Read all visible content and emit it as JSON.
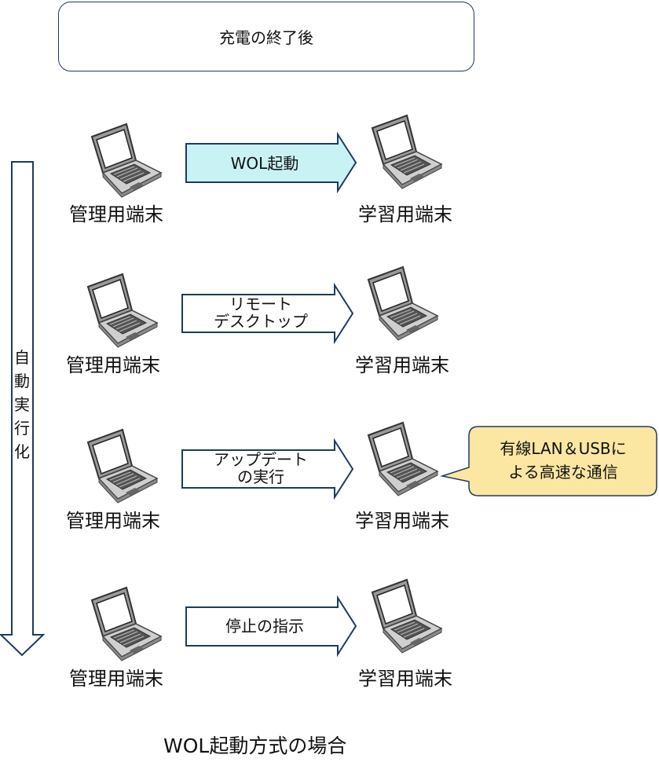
{
  "top_box": {
    "label": "充電の終了後"
  },
  "side_arrow": {
    "label": "自動実行化"
  },
  "rows": [
    {
      "source": "管理用端末",
      "action": "WOL起動",
      "target": "学習用端末"
    },
    {
      "source": "管理用端末",
      "action": "リモート\nデスクトップ",
      "target": "学習用端末"
    },
    {
      "source": "管理用端末",
      "action": "アップデート\nの実行",
      "target": "学習用端末"
    },
    {
      "source": "管理用端末",
      "action": "停止の指示",
      "target": "学習用端末"
    }
  ],
  "callout": {
    "label": "有線LAN＆USBに\nよる高速な通信"
  },
  "caption": "WOL起動方式の場合",
  "colors": {
    "outline": "#1f3a5f",
    "highlight_arrow_fill": "#c9f2f4",
    "callout_fill": "#fbe7a1",
    "callout_stroke": "#1f3a5f"
  },
  "icons": {
    "terminal": "laptop-icon"
  }
}
